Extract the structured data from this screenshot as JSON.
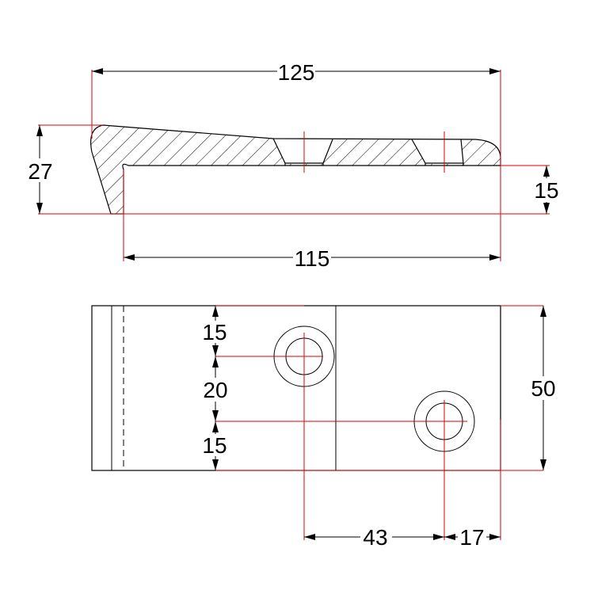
{
  "colors": {
    "outline": "#000000",
    "centerline": "#e00000",
    "background": "#ffffff"
  },
  "dimensions": {
    "overall_length": "125",
    "inner_length": "115",
    "overall_height": "27",
    "inner_height": "15",
    "hole_offset_top": "15",
    "hole_spacing_vertical": "20",
    "hole_offset_bottom": "15",
    "width": "50",
    "hole_spacing_horizontal": "43",
    "hole_offset_right": "17"
  }
}
